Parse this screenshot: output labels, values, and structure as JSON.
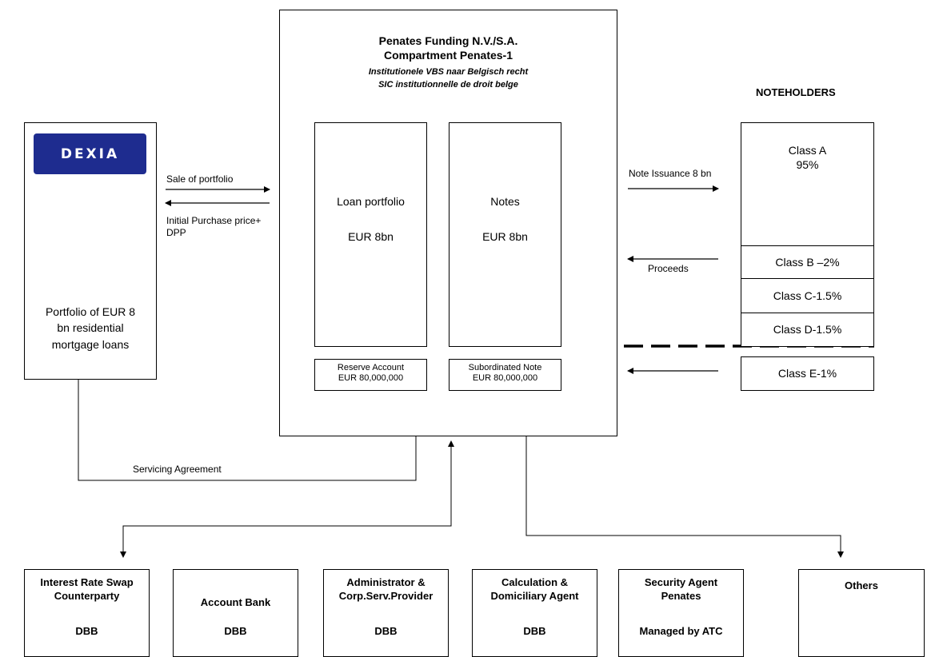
{
  "dexia": {
    "logo_text": "DEXIA",
    "portfolio_line1": "Portfolio of EUR 8",
    "portfolio_line2": "bn residential",
    "portfolio_line3": "mortgage loans",
    "brand_color": "#1e2c8f"
  },
  "flows": {
    "sale_label": "Sale of portfolio",
    "purchase_label_line1": "Initial Purchase price+",
    "purchase_label_line2": "DPP",
    "servicing_label": "Servicing Agreement",
    "note_issuance_label": "Note Issuance  8 bn",
    "proceeds_label": "Proceeds"
  },
  "issuer": {
    "title_line1": "Penates Funding N.V./S.A.",
    "title_line2": "Compartment Penates-1",
    "subtitle_line1": "Institutionele VBS naar Belgisch recht",
    "subtitle_line2": "SIC institutionnelle de droit belge",
    "loan_portfolio_label": "Loan portfolio",
    "loan_portfolio_amount": "EUR 8bn",
    "notes_label": "Notes",
    "notes_amount": "EUR 8bn",
    "reserve_line1": "Reserve Account",
    "reserve_line2": "EUR 80,000,000",
    "subordinated_line1": "Subordinated Note",
    "subordinated_line2": "EUR 80,000,000"
  },
  "noteholders": {
    "heading": "NOTEHOLDERS",
    "class_a_label": "Class A",
    "class_a_pct": "95%",
    "class_b": "Class B –2%",
    "class_c": "Class C-1.5%",
    "class_d": "Class D-1.5%",
    "class_e": "Class E-1%"
  },
  "services": [
    {
      "role_line1": "Interest Rate Swap",
      "role_line2": "Counterparty",
      "entity": "DBB"
    },
    {
      "role_line1": "Account Bank",
      "role_line2": "",
      "entity": "DBB"
    },
    {
      "role_line1": "Administrator &",
      "role_line2": "Corp.Serv.Provider",
      "entity": "DBB"
    },
    {
      "role_line1": "Calculation &",
      "role_line2": "Domiciliary Agent",
      "entity": "DBB"
    },
    {
      "role_line1": "Security Agent",
      "role_line2": "Penates",
      "entity": "Managed by ATC"
    },
    {
      "role_line1": "Others",
      "role_line2": "",
      "entity": ""
    }
  ]
}
